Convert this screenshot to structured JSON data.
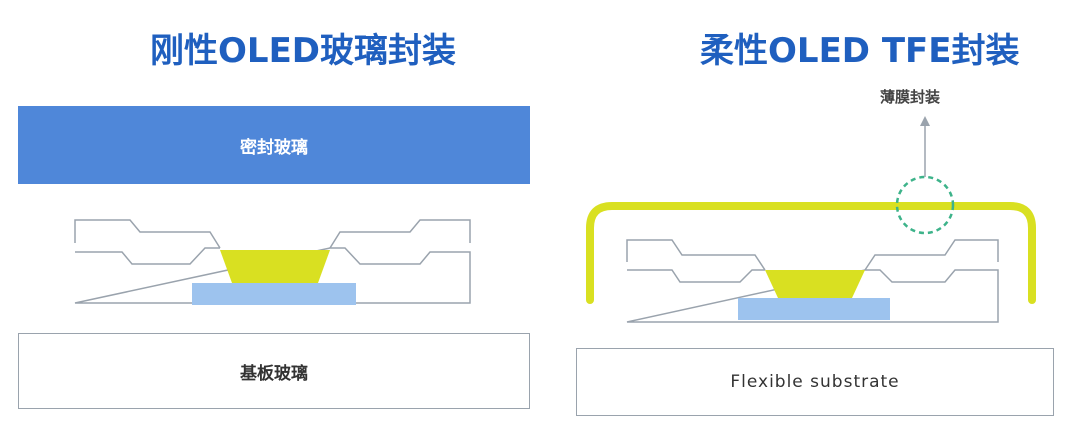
{
  "left_panel": {
    "title": "刚性OLED玻璃封装",
    "cover_label": "密封玻璃",
    "substrate_label": "基板玻璃"
  },
  "right_panel": {
    "title": "柔性OLED TFE封装",
    "tfe_label": "薄膜封装",
    "substrate_label": "Flexible substrate"
  },
  "colors": {
    "title": "#1f5fbf",
    "cover_glass": "#4f87d9",
    "oled_layer": "#d9e021",
    "tft_layer": "#9dc3ee",
    "outline": "#9aa3ad",
    "highlight_circle": "#3db38a"
  }
}
